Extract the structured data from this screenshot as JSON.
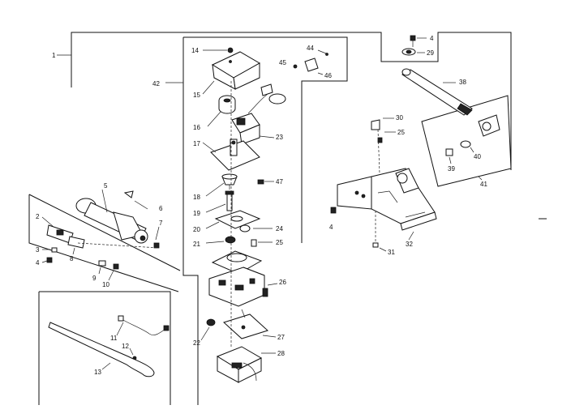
{
  "labels": [
    {
      "id": "p1",
      "text": "1"
    },
    {
      "id": "p2",
      "text": "2"
    },
    {
      "id": "p3",
      "text": "3"
    },
    {
      "id": "p4a",
      "text": "4"
    },
    {
      "id": "p4b",
      "text": "4"
    },
    {
      "id": "p4c",
      "text": "4"
    },
    {
      "id": "p5",
      "text": "5"
    },
    {
      "id": "p6",
      "text": "6"
    },
    {
      "id": "p7",
      "text": "7"
    },
    {
      "id": "p8",
      "text": "8"
    },
    {
      "id": "p9",
      "text": "9"
    },
    {
      "id": "p10",
      "text": "10"
    },
    {
      "id": "p11",
      "text": "11"
    },
    {
      "id": "p12",
      "text": "12"
    },
    {
      "id": "p13",
      "text": "13"
    },
    {
      "id": "p14",
      "text": "14"
    },
    {
      "id": "p15",
      "text": "15"
    },
    {
      "id": "p16",
      "text": "16"
    },
    {
      "id": "p17",
      "text": "17"
    },
    {
      "id": "p18",
      "text": "18"
    },
    {
      "id": "p19",
      "text": "19"
    },
    {
      "id": "p20",
      "text": "20"
    },
    {
      "id": "p21",
      "text": "21"
    },
    {
      "id": "p22",
      "text": "22"
    },
    {
      "id": "p23",
      "text": "23"
    },
    {
      "id": "p24",
      "text": "24"
    },
    {
      "id": "p25a",
      "text": "25"
    },
    {
      "id": "p25b",
      "text": "25"
    },
    {
      "id": "p26",
      "text": "26"
    },
    {
      "id": "p27",
      "text": "27"
    },
    {
      "id": "p28",
      "text": "28"
    },
    {
      "id": "p29",
      "text": "29"
    },
    {
      "id": "p30",
      "text": "30"
    },
    {
      "id": "p31",
      "text": "31"
    },
    {
      "id": "p32",
      "text": "32"
    },
    {
      "id": "p38",
      "text": "38"
    },
    {
      "id": "p39",
      "text": "39"
    },
    {
      "id": "p40",
      "text": "40"
    },
    {
      "id": "p41",
      "text": "41"
    },
    {
      "id": "p42",
      "text": "42"
    },
    {
      "id": "p44",
      "text": "44"
    },
    {
      "id": "p45",
      "text": "45"
    },
    {
      "id": "p46",
      "text": "46"
    },
    {
      "id": "p47",
      "text": "47"
    }
  ]
}
